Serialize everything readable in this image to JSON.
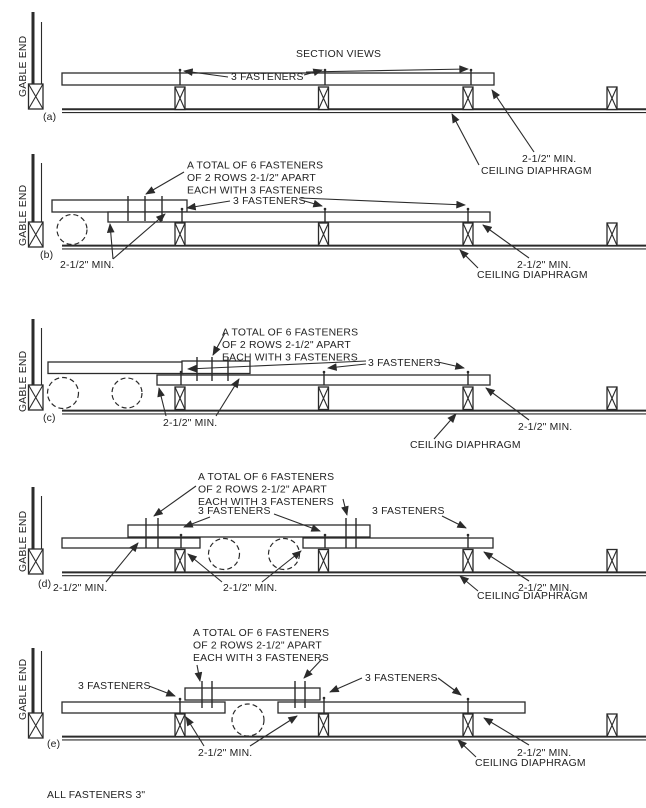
{
  "title": "SECTION VIEWS",
  "footnote": "ALL FASTENERS 3\"",
  "colors": {
    "line": "#2b2b2b",
    "background": "#ffffff"
  },
  "labels": {
    "gable_end": "GABLE END",
    "three_fasteners": "3 FASTENERS",
    "min_clearance": "2-1/2\" MIN.",
    "ceiling_diaphragm": "CEILING DIAPHRAGM",
    "six_fasteners_note": [
      "A TOTAL OF 6 FASTENERS",
      "OF 2 ROWS 2-1/2\" APART",
      "EACH WITH 3 FASTENERS"
    ]
  },
  "sections": [
    {
      "label": "(a)"
    },
    {
      "label": "(b)"
    },
    {
      "label": "(c)"
    },
    {
      "label": "(d)"
    },
    {
      "label": "(e)"
    }
  ]
}
